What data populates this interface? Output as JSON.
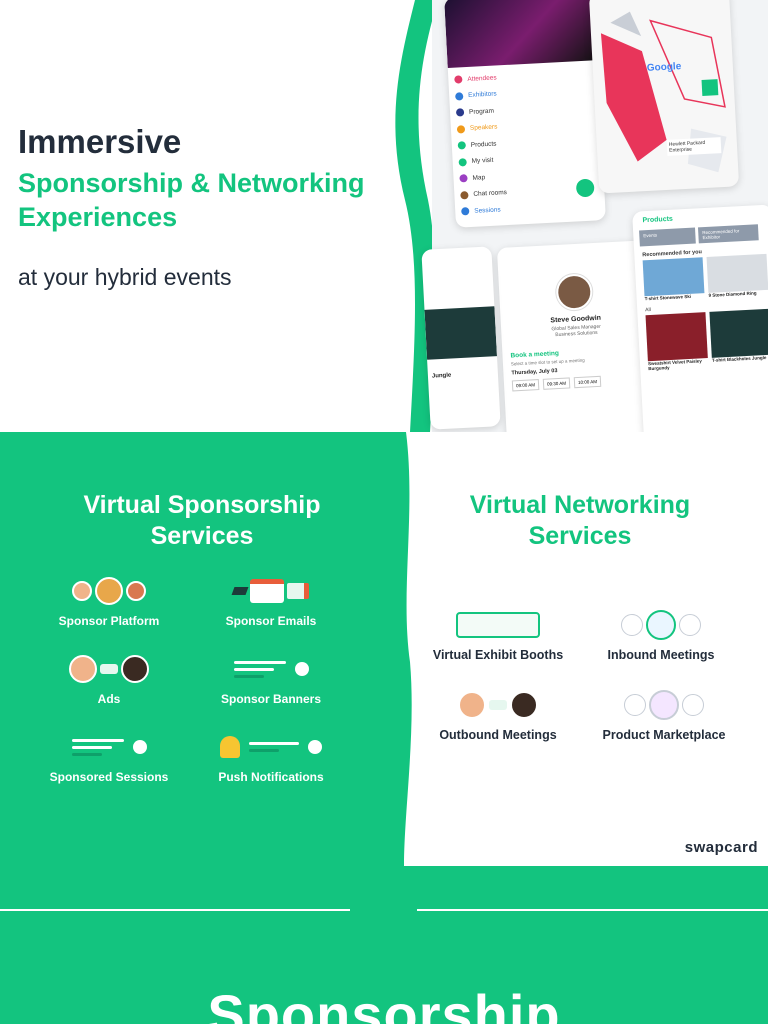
{
  "hero": {
    "line1": "Immersive",
    "line2": "Sponsorship & Networking",
    "line3": "Experiences",
    "subtitle": "at your hybrid events"
  },
  "phone_menu": {
    "items": [
      "Attendees",
      "Exhibitors",
      "Program",
      "Speakers",
      "Products",
      "My visit",
      "Map",
      "Chat rooms",
      "Sessions"
    ]
  },
  "phone_map": {
    "brand": "Google",
    "tag": "Hewlett Packard Enterprise"
  },
  "phone_profile": {
    "name": "Steve Goodwin",
    "role": "Global Sales Manager",
    "company": "Business Solutions",
    "book_label": "Book a meeting",
    "book_hint": "Select a time slot to set up a meeting",
    "date": "Thursday, July 03",
    "slots": [
      "09:00 AM",
      "09:30 AM",
      "10:00 AM"
    ]
  },
  "phone_products": {
    "title": "Products",
    "chips": [
      "Events",
      "Recommended for Exhibitor"
    ],
    "rec_label": "Recommended for you",
    "products": [
      "T-shirt Stonewave Ski",
      "9 Stone Diamond Ring",
      "Sweatshirt Velvet Paisley Burgundy",
      "T-shirt Blackholes Jungle"
    ],
    "all_label": "All"
  },
  "left_fragment": {
    "label": "Jungle"
  },
  "services_left": {
    "title": "Virtual Sponsorship Services",
    "items": [
      "Sponsor Platform",
      "Sponsor Emails",
      "Ads",
      "Sponsor Banners",
      "Sponsored Sessions",
      "Push Notifications"
    ]
  },
  "services_right": {
    "title": "Virtual Networking Services",
    "items": [
      "Virtual Exhibit Booths",
      "Inbound Meetings",
      "Outbound Meetings",
      "Product Marketplace"
    ]
  },
  "brand_logo": "swapcard",
  "bottom_title": "Sponsorship",
  "colors": {
    "accent": "#13c47f",
    "dark": "#232d3b",
    "white": "#ffffff"
  }
}
